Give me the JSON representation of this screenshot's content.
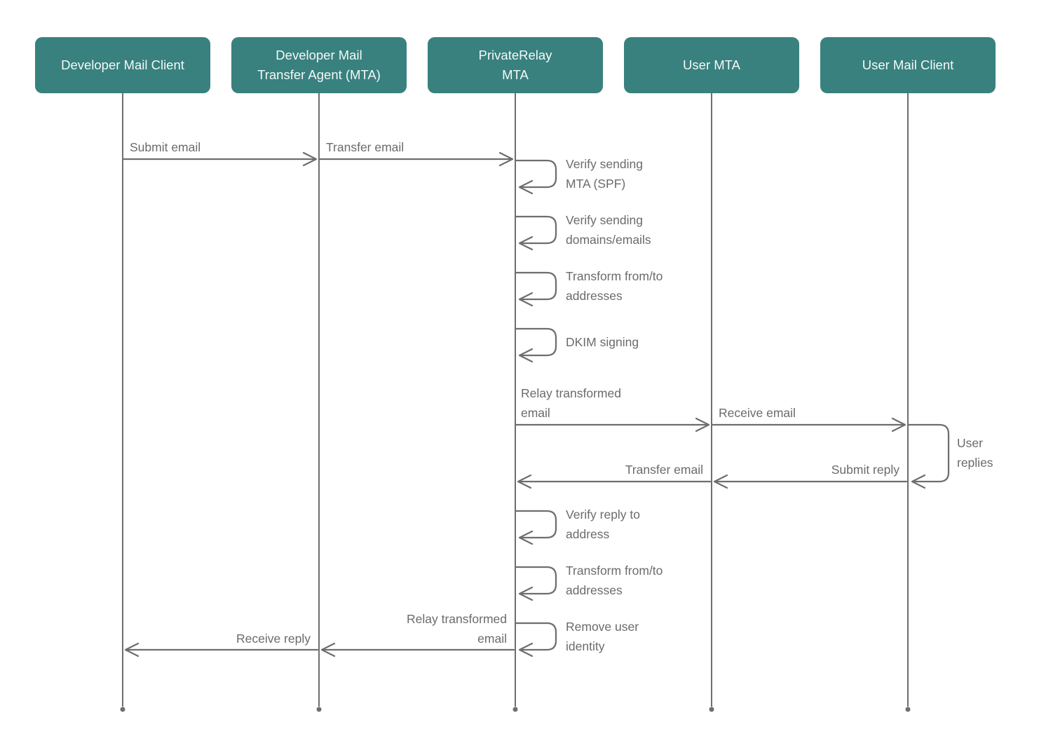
{
  "colors": {
    "background": "#ffffff",
    "actor_fill": "#38817e",
    "actor_text": "#f4f8f8",
    "line": "#6e6e6e",
    "label_text": "#6b6b6b"
  },
  "actors": [
    {
      "label": "Developer Mail Client"
    },
    {
      "label": "Developer Mail\nTransfer Agent (MTA)"
    },
    {
      "label": "PrivateRelay\nMTA"
    },
    {
      "label": "User MTA"
    },
    {
      "label": "User Mail Client"
    }
  ],
  "messages": [
    {
      "label": "Submit email",
      "from": "Developer Mail Client",
      "to": "Developer Mail Transfer Agent (MTA)",
      "direction": "right"
    },
    {
      "label": "Transfer email",
      "from": "Developer Mail Transfer Agent (MTA)",
      "to": "PrivateRelay MTA",
      "direction": "right"
    },
    {
      "label": "Verify sending\nMTA (SPF)",
      "from": "PrivateRelay MTA",
      "to": "PrivateRelay MTA",
      "direction": "self"
    },
    {
      "label": "Verify sending\ndomains/emails",
      "from": "PrivateRelay MTA",
      "to": "PrivateRelay MTA",
      "direction": "self"
    },
    {
      "label": "Transform from/to\naddresses",
      "from": "PrivateRelay MTA",
      "to": "PrivateRelay MTA",
      "direction": "self"
    },
    {
      "label": "DKIM signing",
      "from": "PrivateRelay MTA",
      "to": "PrivateRelay MTA",
      "direction": "self"
    },
    {
      "label": "Relay transformed\nemail",
      "from": "PrivateRelay MTA",
      "to": "User MTA",
      "direction": "right"
    },
    {
      "label": "Receive email",
      "from": "User MTA",
      "to": "User Mail Client",
      "direction": "right"
    },
    {
      "label": "User\nreplies",
      "from": "User Mail Client",
      "to": "User Mail Client",
      "direction": "self"
    },
    {
      "label": "Submit reply",
      "from": "User Mail Client",
      "to": "User MTA",
      "direction": "left"
    },
    {
      "label": "Transfer email",
      "from": "User MTA",
      "to": "PrivateRelay MTA",
      "direction": "left"
    },
    {
      "label": "Verify reply to\naddress",
      "from": "PrivateRelay MTA",
      "to": "PrivateRelay MTA",
      "direction": "self"
    },
    {
      "label": "Transform from/to\naddresses",
      "from": "PrivateRelay MTA",
      "to": "PrivateRelay MTA",
      "direction": "self"
    },
    {
      "label": "Remove user\nidentity",
      "from": "PrivateRelay MTA",
      "to": "PrivateRelay MTA",
      "direction": "self"
    },
    {
      "label": "Relay transformed\nemail",
      "from": "PrivateRelay MTA",
      "to": "Developer Mail Transfer Agent (MTA)",
      "direction": "left"
    },
    {
      "label": "Receive reply",
      "from": "Developer Mail Transfer Agent (MTA)",
      "to": "Developer Mail Client",
      "direction": "left"
    }
  ]
}
